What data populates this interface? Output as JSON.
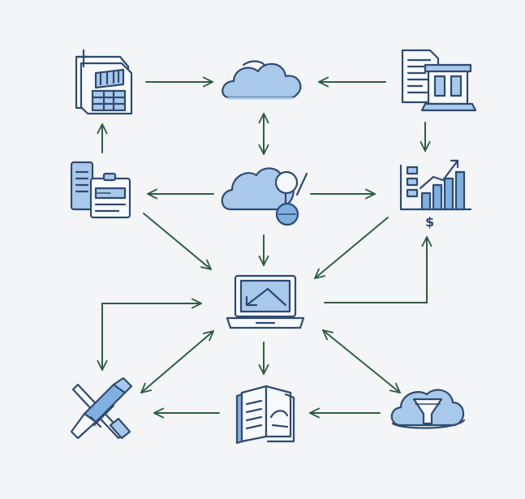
{
  "colors": {
    "background": "#f4f5f6",
    "arrow": "#2e5e45",
    "icon_outline": "#2f4a72",
    "icon_fill_light": "#a9c9ea",
    "icon_fill_mid": "#7fb0e0",
    "icon_paper": "#f7fafc"
  },
  "nodes": [
    {
      "id": "document-checklist",
      "icon": "document-checklist-icon"
    },
    {
      "id": "cloud-top",
      "icon": "cloud-icon"
    },
    {
      "id": "report-building",
      "icon": "report-building-icon"
    },
    {
      "id": "document-id-card",
      "icon": "document-id-card-icon"
    },
    {
      "id": "cloud-globe",
      "icon": "cloud-globe-icon"
    },
    {
      "id": "bar-chart",
      "icon": "bar-chart-dollar-icon",
      "label": "$"
    },
    {
      "id": "laptop",
      "icon": "laptop-icon"
    },
    {
      "id": "crossed-tools",
      "icon": "crossed-tools-icon"
    },
    {
      "id": "open-book",
      "icon": "open-book-icon"
    },
    {
      "id": "cloud-funnel",
      "icon": "cloud-funnel-icon"
    }
  ],
  "arrows": [
    {
      "from": "document-checklist",
      "to": "cloud-top",
      "direction": "one-way"
    },
    {
      "from": "report-building",
      "to": "cloud-top",
      "direction": "one-way"
    },
    {
      "from": "document-id-card",
      "to": "document-checklist",
      "direction": "one-way"
    },
    {
      "from": "cloud-top",
      "to": "cloud-globe",
      "direction": "two-way"
    },
    {
      "from": "report-building",
      "to": "bar-chart",
      "direction": "one-way"
    },
    {
      "from": "cloud-globe",
      "to": "document-id-card",
      "direction": "one-way"
    },
    {
      "from": "cloud-globe",
      "to": "bar-chart",
      "direction": "one-way"
    },
    {
      "from": "document-id-card",
      "to": "laptop",
      "direction": "one-way"
    },
    {
      "from": "cloud-globe",
      "to": "laptop",
      "direction": "one-way"
    },
    {
      "from": "bar-chart",
      "to": "laptop",
      "direction": "one-way"
    },
    {
      "from": "laptop",
      "to": "bar-chart",
      "direction": "one-way",
      "style": "elbow"
    },
    {
      "from": "crossed-tools",
      "to": "laptop",
      "direction": "two-way",
      "style": "elbow"
    },
    {
      "from": "laptop",
      "to": "crossed-tools",
      "direction": "two-way"
    },
    {
      "from": "laptop",
      "to": "open-book",
      "direction": "one-way"
    },
    {
      "from": "laptop",
      "to": "cloud-funnel",
      "direction": "two-way"
    },
    {
      "from": "open-book",
      "to": "crossed-tools",
      "direction": "one-way"
    },
    {
      "from": "cloud-funnel",
      "to": "open-book",
      "direction": "one-way"
    }
  ]
}
